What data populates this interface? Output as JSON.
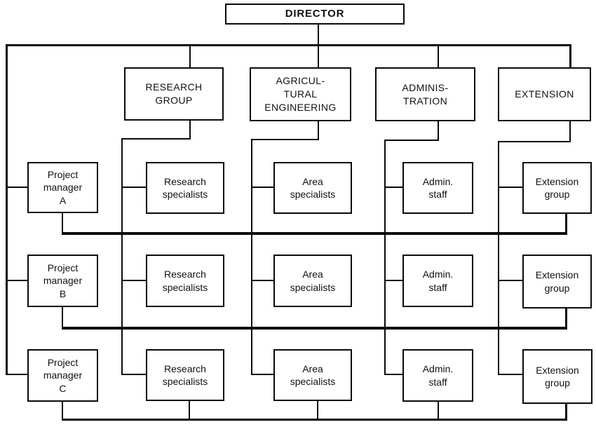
{
  "page": {
    "background_color": "#ffffff",
    "line_color": "#0a0a0a",
    "text_color": "#111111"
  },
  "diagram": {
    "type": "matrix-organization-chart",
    "director": {
      "label": "DIRECTOR"
    },
    "departments": [
      {
        "label": "RESEARCH\nGROUP"
      },
      {
        "label": "AGRICUL-\nTURAL\nENGINEERING"
      },
      {
        "label": "ADMINIS-\nTRATION"
      },
      {
        "label": "EXTENSION"
      }
    ],
    "project_managers": [
      {
        "label": "Project\nmanager\nA"
      },
      {
        "label": "Project\nmanager\nB"
      },
      {
        "label": "Project\nmanager\nC"
      }
    ],
    "rows": [
      {
        "cells": [
          {
            "label": "Research\nspecialists"
          },
          {
            "label": "Area\nspecialists"
          },
          {
            "label": "Admin.\nstaff"
          },
          {
            "label": "Extension\ngroup"
          }
        ]
      },
      {
        "cells": [
          {
            "label": "Research\nspecialists"
          },
          {
            "label": "Area\nspecialists"
          },
          {
            "label": "Admin.\nstaff"
          },
          {
            "label": "Extension\ngroup"
          }
        ]
      },
      {
        "cells": [
          {
            "label": "Research\nspecialists"
          },
          {
            "label": "Area\nspecialists"
          },
          {
            "label": "Admin.\nstaff"
          },
          {
            "label": "Extension\ngroup"
          }
        ]
      }
    ]
  }
}
